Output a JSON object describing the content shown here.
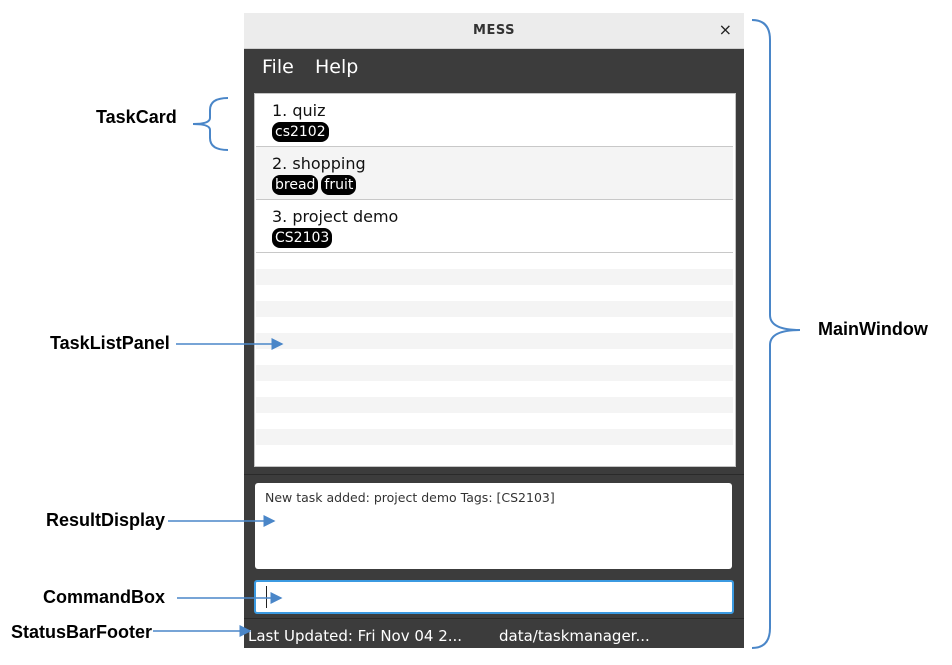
{
  "window": {
    "title": "MESS",
    "close_glyph": "×"
  },
  "menu": {
    "items": [
      "File",
      "Help"
    ]
  },
  "tasks": [
    {
      "name": "1. quiz",
      "tags": [
        "cs2102"
      ]
    },
    {
      "name": "2. shopping",
      "tags": [
        "bread",
        "fruit"
      ]
    },
    {
      "name": "3. project demo",
      "tags": [
        "CS2103"
      ]
    }
  ],
  "result_display": {
    "text": "New task added: project demo Tags: [CS2103]"
  },
  "command_box": {
    "value": ""
  },
  "status_bar": {
    "last_updated": "Last Updated: Fri Nov 04 2...",
    "save_location": "data/taskmanager..."
  },
  "annotations": {
    "task_card": "TaskCard",
    "task_list_panel": "TaskListPanel",
    "result_display": "ResultDisplay",
    "command_box": "CommandBox",
    "status_bar_footer": "StatusBarFooter",
    "main_window": "MainWindow"
  },
  "colors": {
    "annotation_blue": "#4a86c8",
    "window_dark": "#3c3c3c",
    "tag_bg": "#000000",
    "focus_border": "#3b9ae1"
  }
}
